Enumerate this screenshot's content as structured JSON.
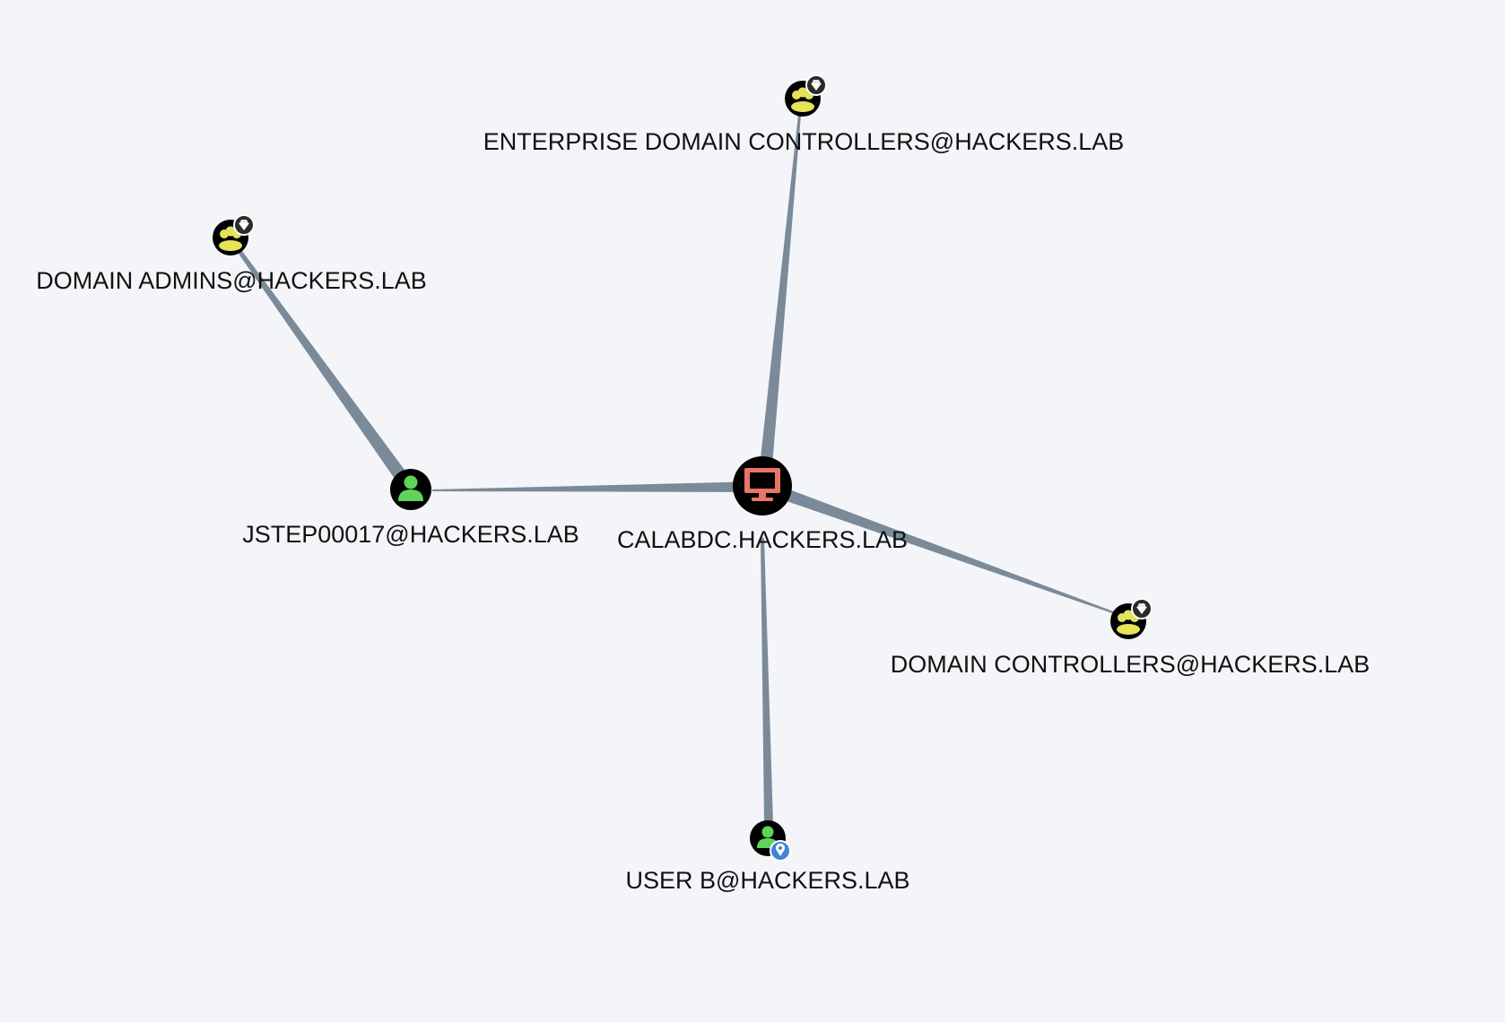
{
  "graph": {
    "nodes": {
      "enterprise_dc": {
        "label": "ENTERPRISE DOMAIN CONTROLLERS@HACKERS.LAB",
        "type": "group",
        "badge": "gem"
      },
      "domain_admins": {
        "label": "DOMAIN ADMINS@HACKERS.LAB",
        "type": "group",
        "badge": "gem"
      },
      "jstep": {
        "label": "JSTEP00017@HACKERS.LAB",
        "type": "user"
      },
      "calabdc": {
        "label": "CALABDC.HACKERS.LAB",
        "type": "computer"
      },
      "domain_controllers": {
        "label": "DOMAIN CONTROLLERS@HACKERS.LAB",
        "type": "group",
        "badge": "gem"
      },
      "user_b": {
        "label": "USER B@HACKERS.LAB",
        "type": "user",
        "badge": "location"
      }
    },
    "edges": [
      {
        "from": "domain_admins",
        "to": "jstep"
      },
      {
        "from": "jstep",
        "to": "calabdc"
      },
      {
        "from": "enterprise_dc",
        "to": "calabdc"
      },
      {
        "from": "calabdc",
        "to": "domain_controllers"
      },
      {
        "from": "user_b",
        "to": "calabdc"
      }
    ]
  },
  "colors": {
    "background": "#f3f5f8",
    "edge": "#7b8a98",
    "node_circle": "#000000",
    "group_icon": "#e4e35a",
    "user_icon": "#5fd35a",
    "computer_icon": "#e8756a",
    "badge_gem": "#ffffff",
    "badge_location": "#3f84d6"
  }
}
